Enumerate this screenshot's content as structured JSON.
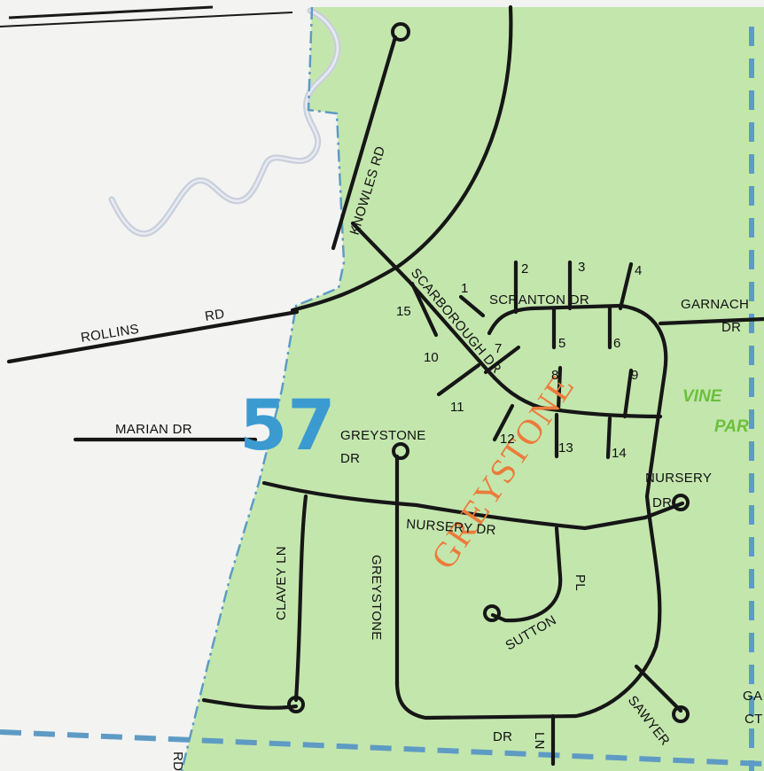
{
  "map": {
    "district_number": "57",
    "area_label": "GREYSTONE",
    "park_label_line1": "VINE",
    "park_label_line2": "PAR",
    "roads": {
      "knowles": "KNOWLES RD",
      "rollins_part1": "ROLLINS",
      "rollins_part2": "RD",
      "marian": "MARIAN DR",
      "scarborough": "SCARBOROUGH DR",
      "scranton": "SCRANTON DR",
      "garnach_part1": "GARNACH",
      "garnach_part2": "DR",
      "greystone_dr_part1": "GREYSTONE",
      "greystone_dr_part2": "DR",
      "nursery_part1": "NURSERY",
      "nursery_part2": "DR",
      "nursery_dr": "NURSERY DR",
      "clavey": "CLAVEY LN",
      "greystone_vertical": "GREYSTONE",
      "sutton_pl": "PL",
      "sutton": "SUTTON",
      "sawyer": "SAWYER",
      "bottom_dr": "DR",
      "bottom_ln": "LN",
      "edge_ga": "GA",
      "edge_ct": "CT",
      "edge_rd": "RD"
    },
    "lot_numbers": [
      "1",
      "2",
      "3",
      "4",
      "5",
      "6",
      "7",
      "8",
      "9",
      "10",
      "11",
      "12",
      "13",
      "14",
      "15"
    ],
    "colors": {
      "land": "#c3e6ad",
      "outside": "#f3f3f1",
      "road": "#161616",
      "boundary": "#5e9bc4",
      "district_number": "#3b9bd1",
      "area_label": "#ec7b3a",
      "park_label": "#6cbf3c",
      "creek": "#c9cfdc"
    }
  }
}
